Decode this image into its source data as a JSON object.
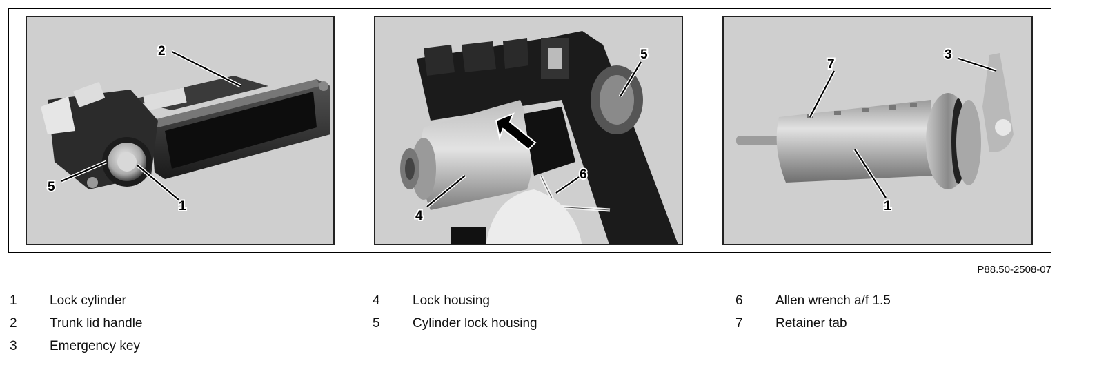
{
  "figure": {
    "reference": "P88.50-2508-07",
    "panels": [
      {
        "callouts": [
          "2",
          "5",
          "1"
        ]
      },
      {
        "callouts": [
          "5",
          "6",
          "4"
        ]
      },
      {
        "callouts": [
          "7",
          "3",
          "1"
        ]
      }
    ]
  },
  "legend": {
    "columns": [
      [
        {
          "num": "1",
          "text": "Lock cylinder"
        },
        {
          "num": "2",
          "text": "Trunk lid handle"
        },
        {
          "num": "3",
          "text": "Emergency key"
        }
      ],
      [
        {
          "num": "4",
          "text": "Lock housing"
        },
        {
          "num": "5",
          "text": "Cylinder lock housing"
        }
      ],
      [
        {
          "num": "6",
          "text": "Allen wrench a/f 1.5"
        },
        {
          "num": "7",
          "text": "Retainer tab"
        }
      ]
    ]
  }
}
